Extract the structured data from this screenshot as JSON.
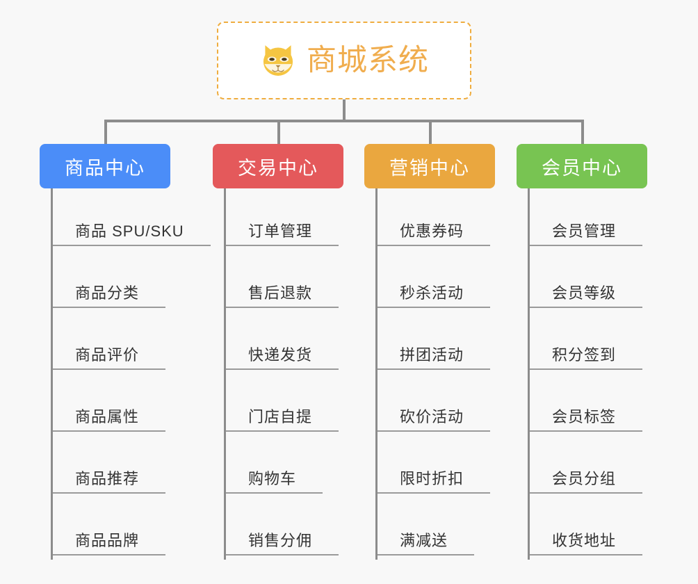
{
  "diagram": {
    "type": "tree-mindmap",
    "background_color": "#f8f8f8",
    "root": {
      "title": "商城系统",
      "icon": "shiba-dog-face-icon",
      "accent_color": "#f0ad4e",
      "border_style": "dashed"
    },
    "categories": [
      {
        "label": "商品中心",
        "color": "#4b8df8",
        "items": [
          {
            "label": "商品 SPU/SKU"
          },
          {
            "label": "商品分类"
          },
          {
            "label": "商品评价"
          },
          {
            "label": "商品属性"
          },
          {
            "label": "商品推荐"
          },
          {
            "label": "商品品牌"
          }
        ]
      },
      {
        "label": "交易中心",
        "color": "#e4595b",
        "items": [
          {
            "label": "订单管理"
          },
          {
            "label": "售后退款"
          },
          {
            "label": "快递发货"
          },
          {
            "label": "门店自提"
          },
          {
            "label": "购物车"
          },
          {
            "label": "销售分佣"
          }
        ]
      },
      {
        "label": "营销中心",
        "color": "#eaa73f",
        "items": [
          {
            "label": "优惠券码"
          },
          {
            "label": "秒杀活动"
          },
          {
            "label": "拼团活动"
          },
          {
            "label": "砍价活动"
          },
          {
            "label": "限时折扣"
          },
          {
            "label": "满减送"
          }
        ]
      },
      {
        "label": "会员中心",
        "color": "#78c452",
        "items": [
          {
            "label": "会员管理"
          },
          {
            "label": "会员等级"
          },
          {
            "label": "积分签到"
          },
          {
            "label": "会员标签"
          },
          {
            "label": "会员分组"
          },
          {
            "label": "收货地址"
          }
        ]
      }
    ]
  }
}
